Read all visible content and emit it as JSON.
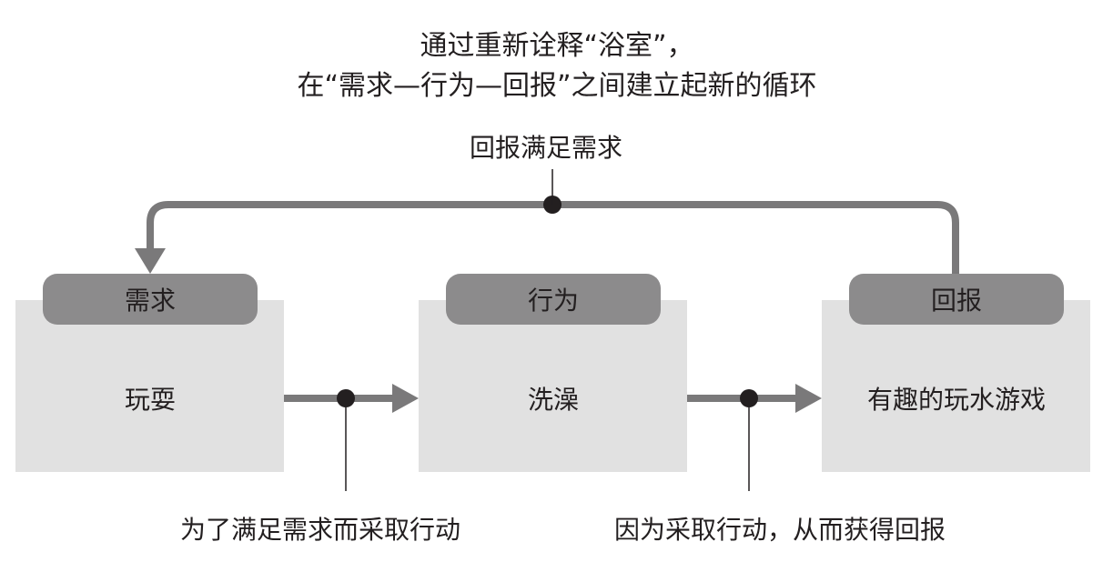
{
  "title": {
    "line1": "通过重新诠释“浴室”，",
    "line2": "在“需求—行为—回报”之间建立起新的循环"
  },
  "loop_label": "回报满足需求",
  "stages": [
    {
      "tab": "需求",
      "content": "玩耍"
    },
    {
      "tab": "行为",
      "content": "洗澡"
    },
    {
      "tab": "回报",
      "content": "有趣的玩水游戏"
    }
  ],
  "transitions": [
    {
      "label": "为了满足需求而采取行动"
    },
    {
      "label": "因为采取行动，从而获得回报"
    }
  ],
  "colors": {
    "box": "#e1e1e1",
    "tab": "#8c8b8c",
    "arrow": "#7a797a",
    "dot": "#231f20"
  }
}
